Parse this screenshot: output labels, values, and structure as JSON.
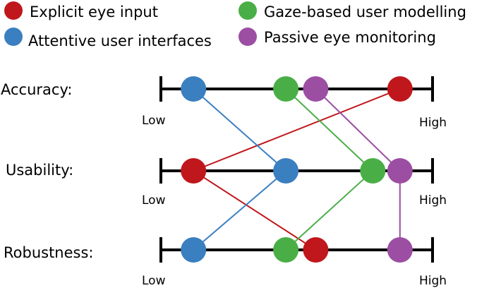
{
  "legend": [
    {
      "id": "explicit",
      "label": "Explicit eye input",
      "color": "#c0171c"
    },
    {
      "id": "attentive",
      "label": "Attentive user interfaces",
      "color": "#3a7fc0"
    },
    {
      "id": "gaze",
      "label": "Gaze-based user modelling",
      "color": "#4aae47"
    },
    {
      "id": "passive",
      "label": "Passive eye monitoring",
      "color": "#9c4ea3"
    }
  ],
  "dimensions": [
    {
      "id": "accuracy",
      "label": "Accuracy:",
      "low_label": "Low",
      "high_label": "High"
    },
    {
      "id": "usability",
      "label": "Usability:",
      "low_label": "Low",
      "high_label": "High"
    },
    {
      "id": "robustness",
      "label": "Robustness:",
      "low_label": "Low",
      "high_label": "High"
    }
  ],
  "ratings": {
    "explicit": {
      "accuracy": 0.88,
      "usability": 0.12,
      "robustness": 0.57
    },
    "attentive": {
      "accuracy": 0.12,
      "usability": 0.46,
      "robustness": 0.12
    },
    "gaze": {
      "accuracy": 0.46,
      "usability": 0.78,
      "robustness": 0.46
    },
    "passive": {
      "accuracy": 0.57,
      "usability": 0.88,
      "robustness": 0.88
    }
  }
}
